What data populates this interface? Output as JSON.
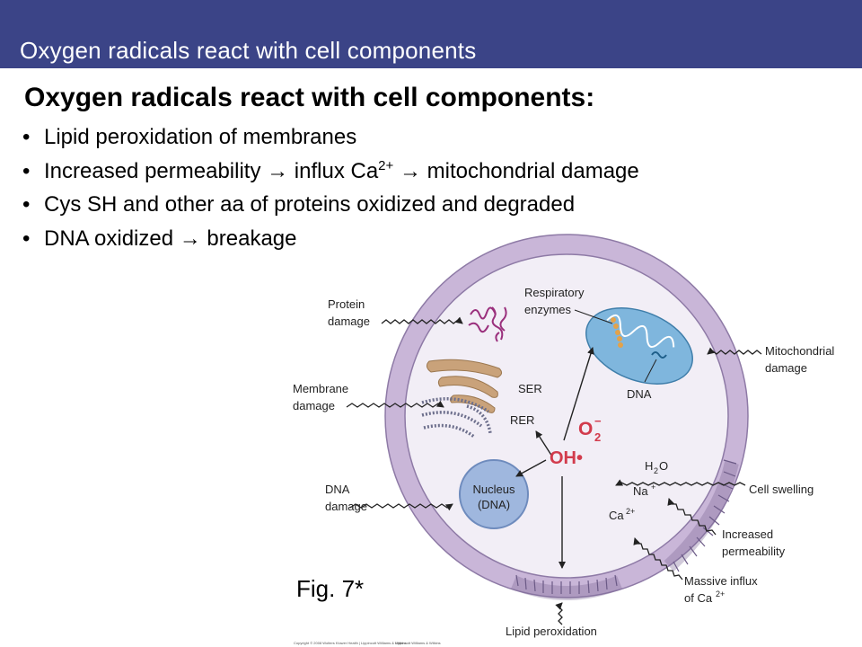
{
  "header": {
    "title": "Oxygen radicals react with cell components"
  },
  "heading": "Oxygen radicals react with cell components:",
  "bullets": [
    {
      "text": "Lipid peroxidation of membranes"
    },
    {
      "text": "Increased permeability → influx Ca",
      "sup": "2+",
      "tail": " → mitochondrial damage"
    },
    {
      "text": "Cys SH and other aa of proteins oxidized and degraded"
    },
    {
      "text": "DNA oxidized → breakage"
    }
  ],
  "diagram": {
    "labels": {
      "protein_damage_1": "Protein",
      "protein_damage_2": "damage",
      "membrane_damage_1": "Membrane",
      "membrane_damage_2": "damage",
      "dna_damage_1": "DNA",
      "dna_damage_2": "damage",
      "respiratory_1": "Respiratory",
      "respiratory_2": "enzymes",
      "mito_damage_1": "Mitochondrial",
      "mito_damage_2": "damage",
      "dna_mito": "DNA",
      "ser": "SER",
      "rer": "RER",
      "superoxide": "O",
      "superoxide_sub": "2",
      "superoxide_sup": "−",
      "hydroxyl": "OH•",
      "nucleus_1": "Nucleus",
      "nucleus_2": "(DNA)",
      "h2o_h": "H",
      "h2o_sub": "2",
      "h2o_o": "O",
      "na": "Na",
      "na_sup": "+",
      "ca": "Ca",
      "ca_sup": "2+",
      "cell_swelling": "Cell swelling",
      "increased_perm_1": "Increased",
      "increased_perm_2": "permeability",
      "massive_influx_1": "Massive influx",
      "massive_influx_2": "of Ca",
      "massive_influx_sup": "2+",
      "lipid_peroxidation": "Lipid peroxidation",
      "copyright": "Copyright © 2008 Wolters Kluwer Health | Lippincott Williams & Wilkins",
      "copyright_right": "Lippincott Williams & Wilkins"
    },
    "colors": {
      "cell_membrane": "#c9b6d8",
      "cytoplasm": "#f2eef6",
      "mitochondrion": "#7fb6dd",
      "nucleus": "#9fb7de",
      "er": "#c9a27a",
      "rer": "#6d6f8c",
      "protein": "#9a2f7c",
      "radical": "#d23b4c"
    }
  },
  "figure_label": "Fig. 7*"
}
